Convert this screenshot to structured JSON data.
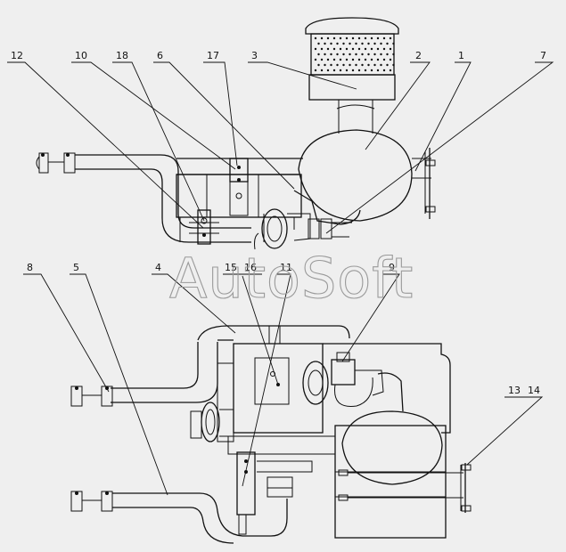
{
  "watermark": "AutoSoft",
  "callouts": [
    {
      "id": "c12",
      "text": "12"
    },
    {
      "id": "c10",
      "text": "10"
    },
    {
      "id": "c18",
      "text": "18"
    },
    {
      "id": "c6",
      "text": "6"
    },
    {
      "id": "c17",
      "text": "17"
    },
    {
      "id": "c3",
      "text": "3"
    },
    {
      "id": "c2",
      "text": "2"
    },
    {
      "id": "c1",
      "text": "1"
    },
    {
      "id": "c7",
      "text": "7"
    },
    {
      "id": "c8",
      "text": "8"
    },
    {
      "id": "c5",
      "text": "5"
    },
    {
      "id": "c4",
      "text": "4"
    },
    {
      "id": "c15",
      "text": "15"
    },
    {
      "id": "c16",
      "text": "16"
    },
    {
      "id": "c11",
      "text": "11"
    },
    {
      "id": "c9",
      "text": "9"
    },
    {
      "id": "c13",
      "text": "13"
    },
    {
      "id": "c14",
      "text": "14"
    }
  ]
}
